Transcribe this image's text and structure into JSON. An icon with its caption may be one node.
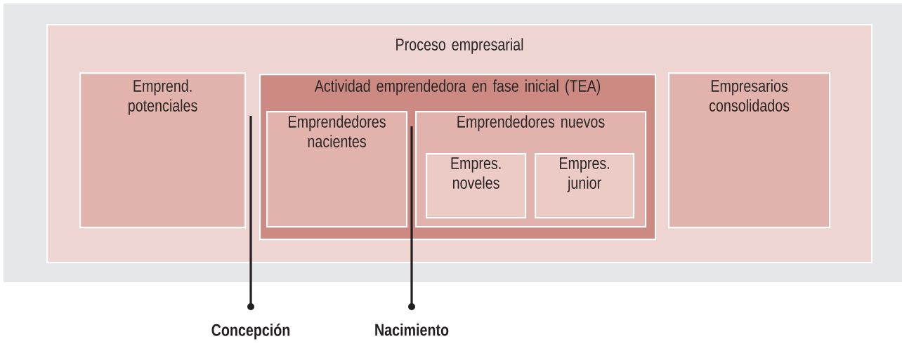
{
  "diagram": {
    "nodes": [
      {
        "text": [
          "Proceso empresarial"
        ]
      },
      {
        "text": [
          "Emprend. potenciales"
        ],
        "in": 0
      },
      {
        "text": [
          "Actividad emprendedora en fase inicial (TEA)"
        ],
        "in": 0
      },
      {
        "text": [
          "Emprendedores nacientes"
        ],
        "in": 2
      },
      {
        "text": [
          "Emprendedores nuevos"
        ],
        "in": 2
      },
      {
        "text": [
          "Empres. noveles"
        ],
        "in": 4
      },
      {
        "text": [
          "Empres. junior"
        ],
        "in": 4
      },
      {
        "text": [
          "Empresarios consolidados"
        ],
        "in": 0
      }
    ],
    "labels": [
      "Concepción",
      "Nacimiento"
    ]
  }
}
